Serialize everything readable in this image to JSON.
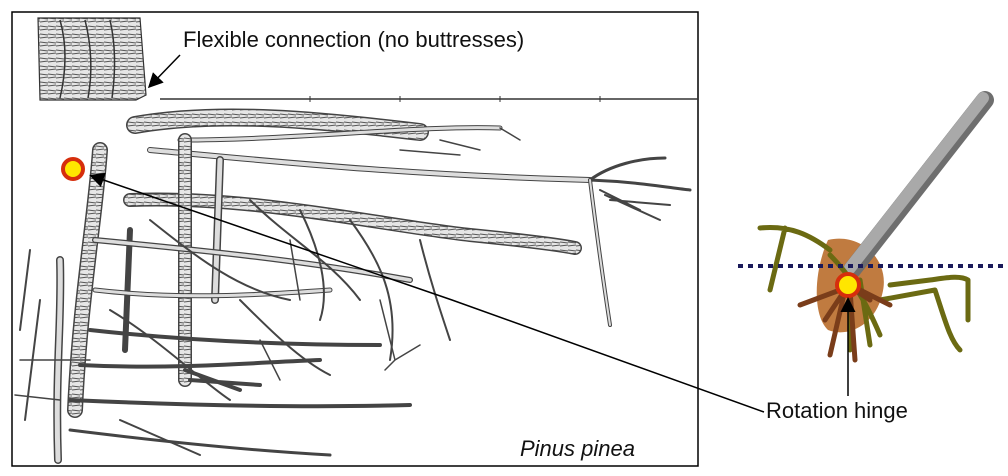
{
  "labels": {
    "flexible_connection": "Flexible connection (no buttresses)",
    "species": "Pinus pinea",
    "rotation_hinge": "Rotation hinge"
  },
  "colors": {
    "frame": "#000000",
    "hinge_fill": "#ffe600",
    "hinge_ring": "#d62e0c",
    "root_olive": "#6b6a12",
    "root_brown": "#7a3d1a",
    "root_ball": "#b5641f",
    "stem_gray": "#9a9a9a",
    "ground_line": "#1a1a5a"
  },
  "icons": {
    "hinge_marker": "rotation-hinge-dot",
    "left_marker": "hinge-location-dot"
  }
}
